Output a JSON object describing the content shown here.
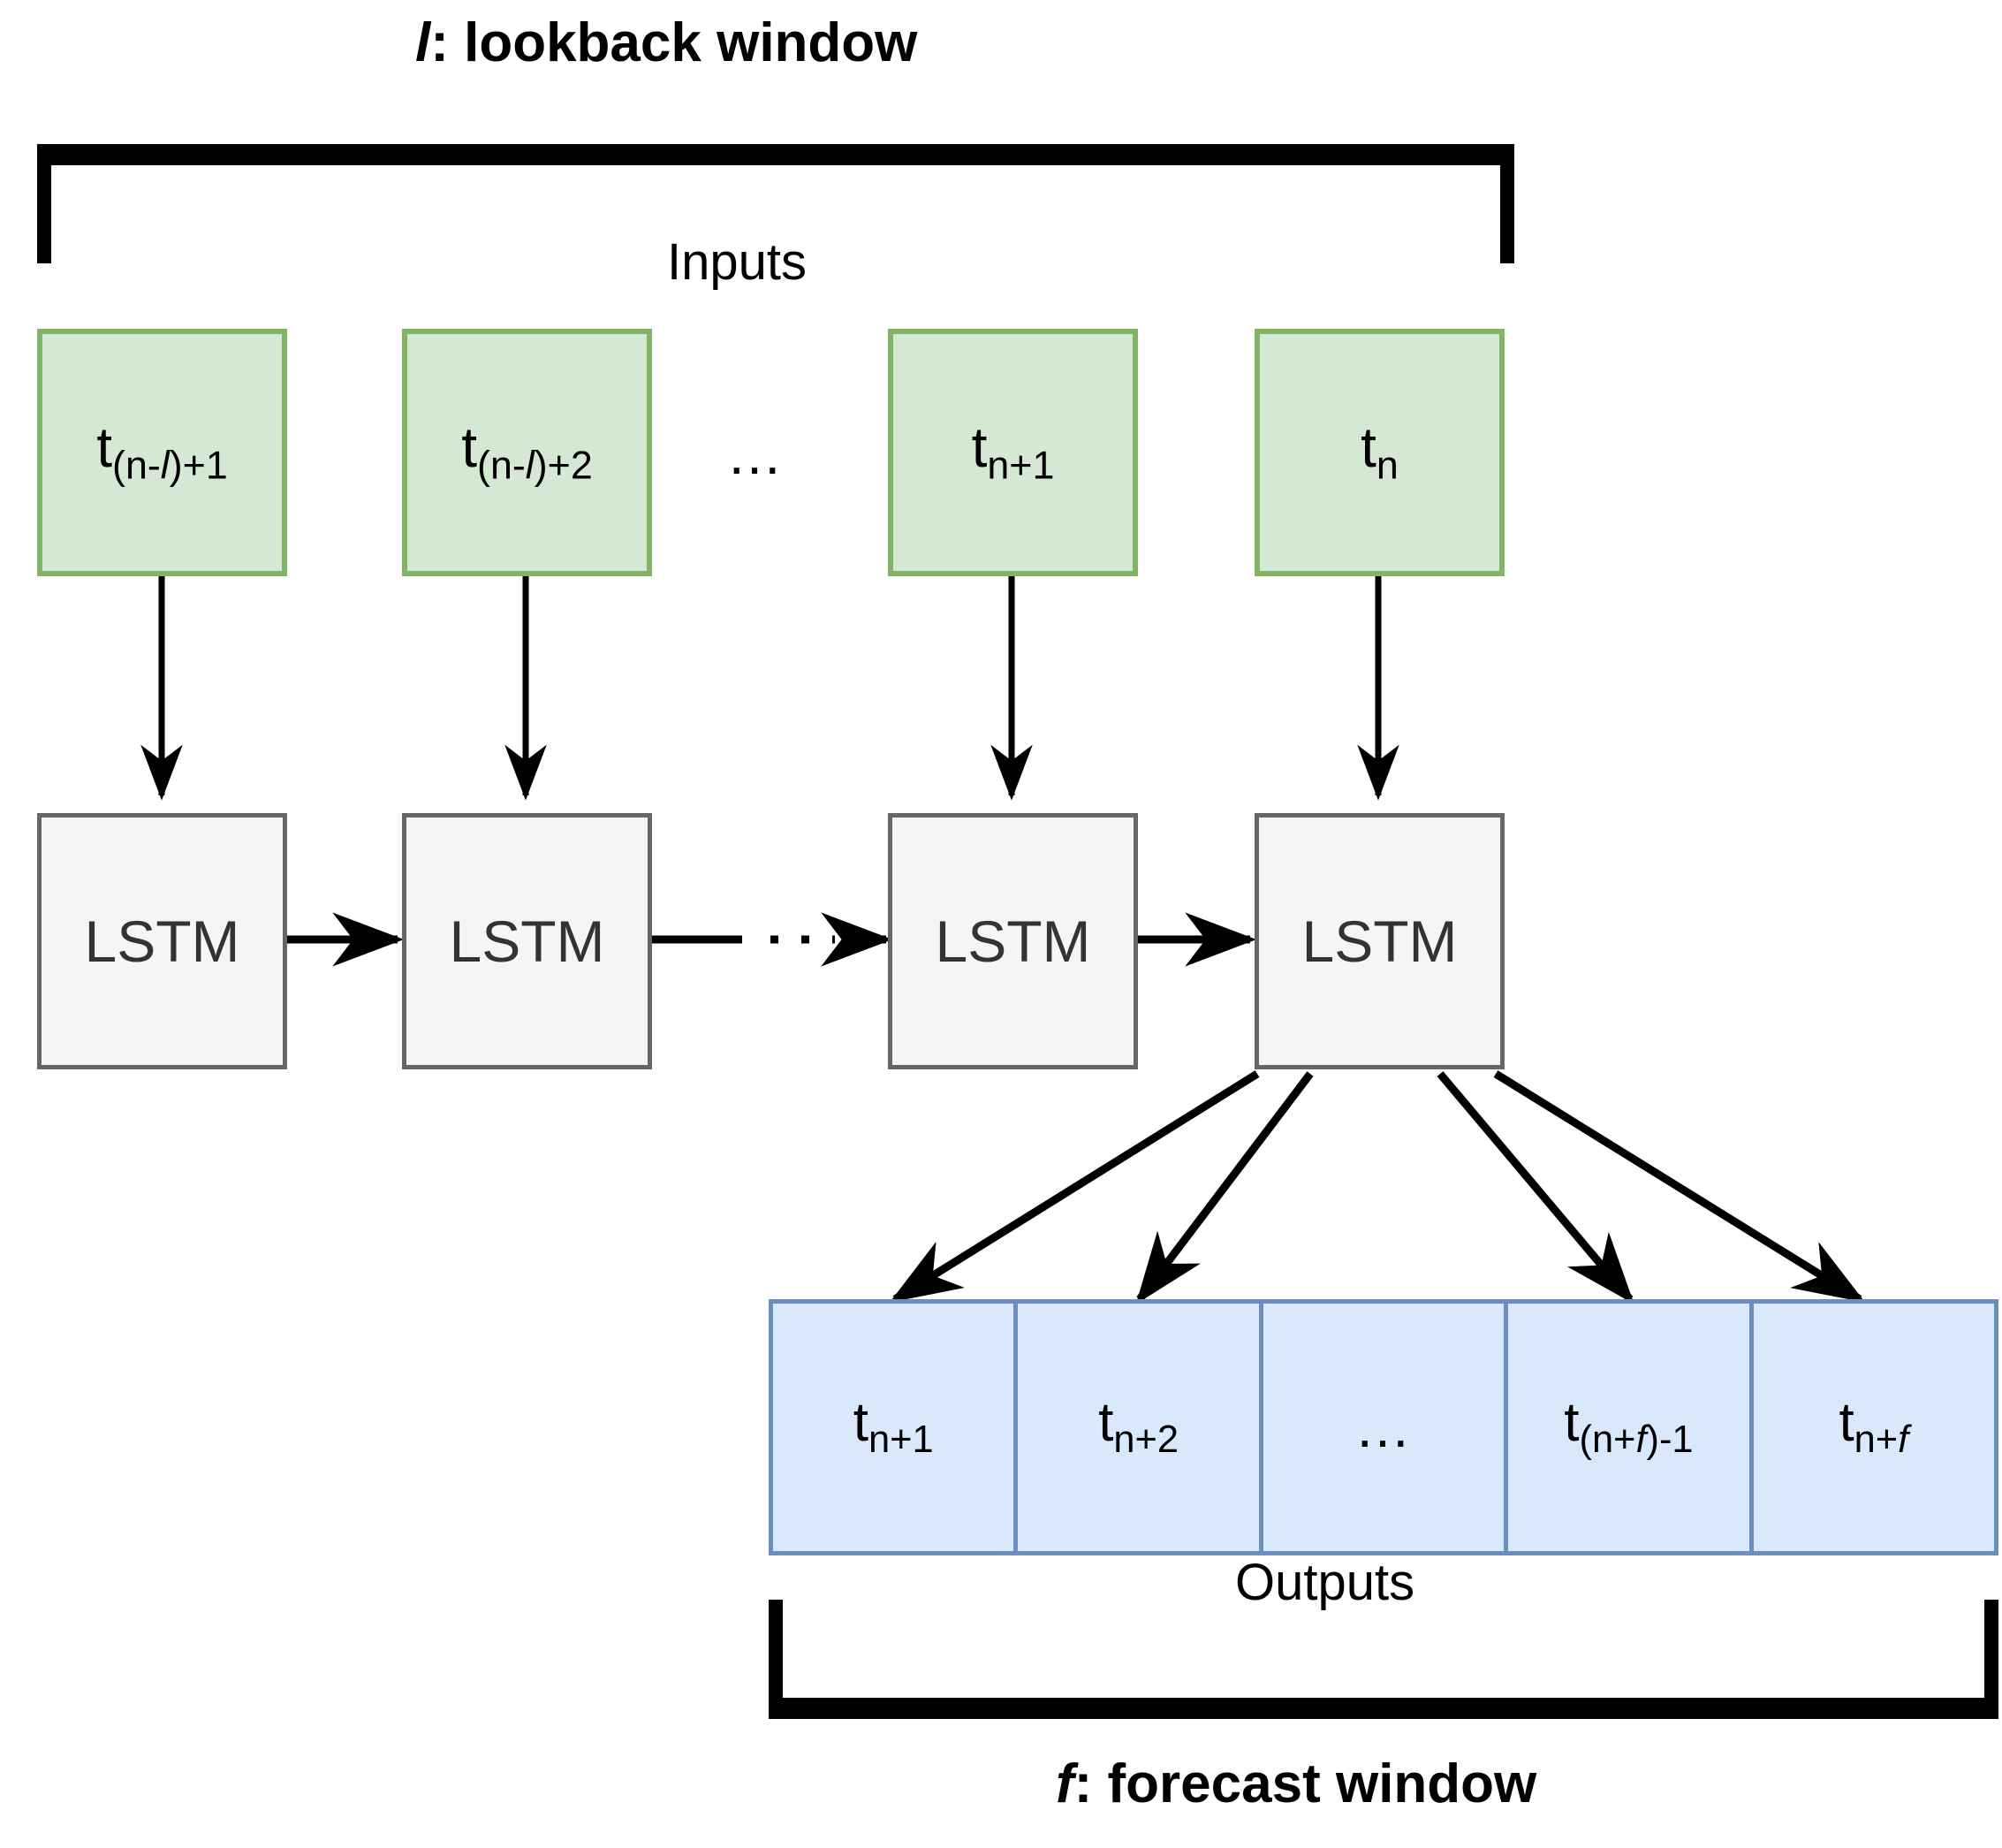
{
  "figure": {
    "top_caption": {
      "symbol": "l",
      "rest": ": lookback window"
    },
    "bottom_caption": {
      "symbol": "f",
      "rest": ": forecast window"
    },
    "inputs_label": "Inputs",
    "outputs_label": "Outputs",
    "ellipsis": "…"
  },
  "colors": {
    "input_fill": "#d5e8d4",
    "input_stroke": "#82b366",
    "lstm_fill": "#f5f5f5",
    "lstm_stroke": "#666666",
    "output_fill": "#dae8fc",
    "output_stroke": "#6c8ebf",
    "line": "#000000",
    "text": "#000000"
  },
  "inputs": [
    {
      "base": "t",
      "sub_pre": "(n-",
      "sub_ital": "l",
      "sub_post": ")+1"
    },
    {
      "base": "t",
      "sub_pre": "(n-",
      "sub_ital": "l",
      "sub_post": ")+2"
    },
    {
      "base": "t",
      "sub_pre": "n+1",
      "sub_ital": "",
      "sub_post": ""
    },
    {
      "base": "t",
      "sub_pre": "n",
      "sub_ital": "",
      "sub_post": ""
    }
  ],
  "input_gap_dots": "…",
  "lstm_cells": [
    {
      "label": "LSTM"
    },
    {
      "label": "LSTM"
    },
    {
      "label": "LSTM"
    },
    {
      "label": "LSTM"
    }
  ],
  "lstm_gap_dots": "…",
  "outputs": [
    {
      "base": "t",
      "sub_pre": "n+1",
      "sub_ital": "",
      "sub_post": "",
      "is_dots": false
    },
    {
      "base": "t",
      "sub_pre": "n+2",
      "sub_ital": "",
      "sub_post": "",
      "is_dots": false
    },
    {
      "base": "",
      "sub_pre": "",
      "sub_ital": "",
      "sub_post": "",
      "is_dots": true,
      "dots": "…"
    },
    {
      "base": "t",
      "sub_pre": "(n+",
      "sub_ital": "f",
      "sub_post": ")-1",
      "is_dots": false
    },
    {
      "base": "t",
      "sub_pre": "n+",
      "sub_ital": "f",
      "sub_post": "",
      "is_dots": false
    }
  ]
}
